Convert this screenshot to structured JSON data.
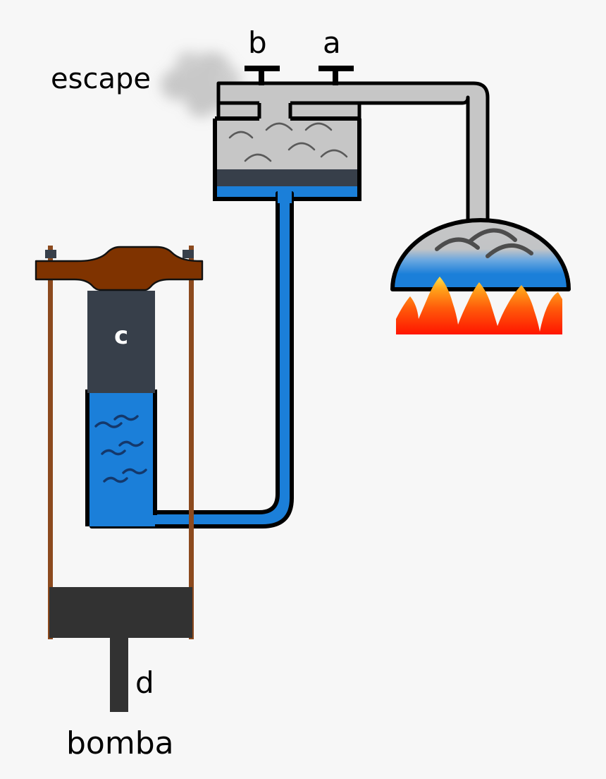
{
  "diagram": {
    "title": "Steam engine schematic with pump",
    "background_color": "#f7f7f7",
    "labels": {
      "escape": "escape",
      "bomba": "bomba",
      "valve_b": "b",
      "valve_a": "a",
      "cylinder_c": "c",
      "piston_rod_d": "d"
    },
    "colors": {
      "background": "#f7f7f7",
      "steam_gray": "#c6c6c6",
      "steam_gray_dark": "#9b9b9b",
      "water_blue": "#1b7fd9",
      "water_wave": "#14386b",
      "dark_slate": "#373f4a",
      "piston_dark": "#323232",
      "wood_brown": "#7f3300",
      "rod_brown": "#8c4a1e",
      "outline": "#000000",
      "flame_top": "#ffd42a",
      "flame_mid": "#ff7b00",
      "flame_bottom": "#ff1a00",
      "boiler_top": "#c6c6c6",
      "boiler_bottom": "#1b7fd9"
    },
    "parts": [
      {
        "name": "escape-steam-cloud",
        "kind": "steam-puff"
      },
      {
        "name": "valve-b",
        "kind": "t-valve"
      },
      {
        "name": "valve-a",
        "kind": "t-valve"
      },
      {
        "name": "steam-pipe",
        "kind": "pipe",
        "fill": "#c6c6c6"
      },
      {
        "name": "steam-chamber",
        "kind": "vessel"
      },
      {
        "name": "chamber-steam-layer",
        "fill": "#c6c6c6"
      },
      {
        "name": "chamber-divider-layer",
        "fill": "#373f4a"
      },
      {
        "name": "chamber-water-layer",
        "fill": "#1b7fd9"
      },
      {
        "name": "boiler-dome",
        "kind": "dome"
      },
      {
        "name": "burner-flames",
        "kind": "flames",
        "peaks": 5
      },
      {
        "name": "water-pipe",
        "kind": "pipe",
        "fill": "#1b7fd9"
      },
      {
        "name": "pump-cylinder",
        "kind": "cylinder"
      },
      {
        "name": "pump-water",
        "fill": "#1b7fd9"
      },
      {
        "name": "wooden-beam-cap",
        "fill": "#7f3300"
      },
      {
        "name": "support-rod-left",
        "fill": "#8c4a1e"
      },
      {
        "name": "support-rod-right",
        "fill": "#8c4a1e"
      },
      {
        "name": "piston-base",
        "fill": "#323232"
      },
      {
        "name": "piston-rod",
        "fill": "#323232"
      }
    ]
  }
}
